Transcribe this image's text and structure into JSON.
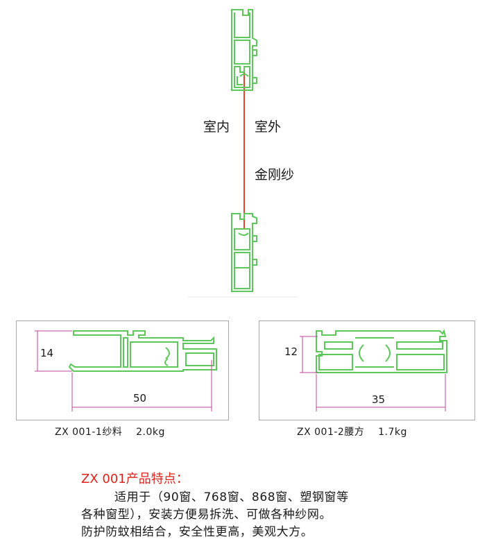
{
  "assembly": {
    "label_indoor": "室内",
    "label_outdoor": "室外",
    "label_mesh": "金刚纱"
  },
  "profiles": [
    {
      "dimension_height": "14",
      "dimension_width": "50",
      "caption": "ZX 001-1纱料    2.0kg"
    },
    {
      "dimension_height": "12",
      "dimension_width": "35",
      "caption": "ZX 001-2腰方    1.7kg"
    }
  ],
  "features": {
    "title": "ZX 001产品特点：",
    "lines": [
      "        适用于（90窗、768窗、868窗、塑钢窗等",
      "各种窗型），安装方便易拆洗、可做各种纱网。",
      "防护防蚊相结合，安全性更高，美观大方。"
    ]
  },
  "colors": {
    "profile_stroke": "#5cc85a",
    "mesh_line": "#e8452a",
    "dimension": "#c0459a",
    "features_title": "#e0231a"
  }
}
